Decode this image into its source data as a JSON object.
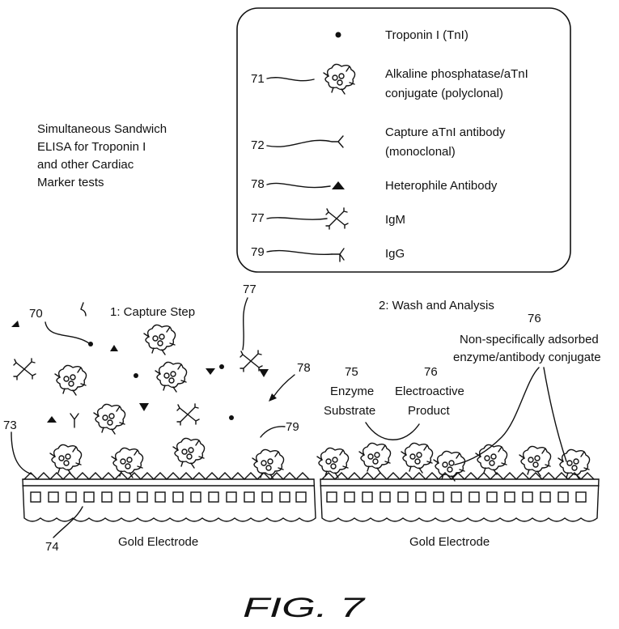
{
  "title": [
    "Simultaneous Sandwich",
    "ELISA for Troponin I",
    "and other Cardiac",
    "Marker tests"
  ],
  "legend": {
    "items": [
      {
        "ref": "",
        "text": [
          "Troponin I (TnI)"
        ],
        "icon": "dot-icon"
      },
      {
        "ref": "71",
        "text": [
          "Alkaline phosphatase/aTnI",
          "conjugate (polyclonal)"
        ],
        "icon": "conjugate-cluster-icon"
      },
      {
        "ref": "72",
        "text": [
          "Capture aTnI antibody",
          "(monoclonal)"
        ],
        "icon": "y-antibody-icon"
      },
      {
        "ref": "78",
        "text": [
          "Heterophile Antibody"
        ],
        "icon": "triangle-icon"
      },
      {
        "ref": "77",
        "text": [
          "IgM"
        ],
        "icon": "star-antibody-icon"
      },
      {
        "ref": "79",
        "text": [
          "IgG"
        ],
        "icon": "y-antibody-icon"
      }
    ]
  },
  "step1": {
    "label": "1: Capture Step",
    "refs": {
      "r70": "70",
      "r77": "77",
      "r78": "78",
      "r79": "79",
      "r73": "73",
      "r74": "74"
    }
  },
  "step2": {
    "label": "2: Wash and Analysis",
    "ref76a": "76",
    "nonspecific": [
      "Non-specifically adsorbed",
      "enzyme/antibody conjugate"
    ]
  },
  "enzyme": {
    "ref": "75",
    "lines": [
      "Enzyme",
      "Substrate"
    ]
  },
  "product": {
    "ref": "76",
    "lines": [
      "Electroactive",
      "Product"
    ]
  },
  "electrode_left": "Gold Electrode",
  "electrode_right": "Gold Electrode",
  "figure_label": "FIG. 7"
}
